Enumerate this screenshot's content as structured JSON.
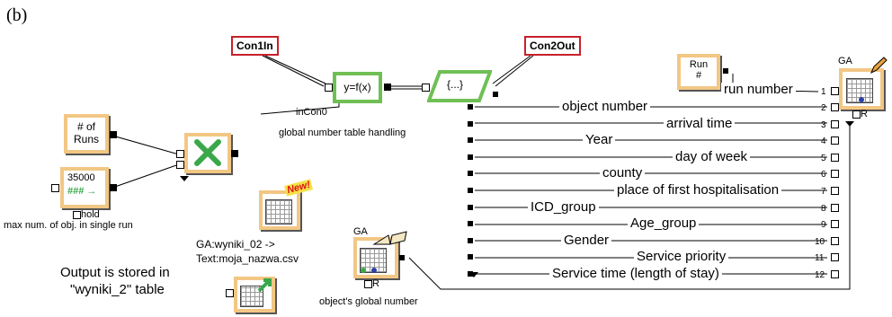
{
  "panel_label": "(b)",
  "blocks": {
    "con1in": "Con1In",
    "con2out": "Con2Out",
    "func": "y=f(x)",
    "brace": "{...}",
    "incon": "inCon0",
    "global_handling": "global number table handling",
    "runs": "# of\nRuns",
    "max_value": "35000",
    "max_arrows": "### →",
    "hold": "hold",
    "max_caption": "max num. of obj. in single  run",
    "run_block": "Run\n#",
    "run_number": "run number",
    "ga_top": "GA",
    "ga_bottom": "GA",
    "r_top": "R",
    "r_bottom": "R",
    "new_badge": "New!",
    "ga_wyniki": "GA:wyniki_02 ->",
    "text_moja": "Text:moja_nazwa.csv",
    "output_note_1": "Output is stored in",
    "output_note_2": "\"wyniki_2\" table",
    "objects_global": "object's global number"
  },
  "rows": [
    {
      "label": "object number",
      "num": "2"
    },
    {
      "label": "arrival time",
      "num": "3"
    },
    {
      "label": "Year",
      "num": "4"
    },
    {
      "label": "day of week",
      "num": "5"
    },
    {
      "label": "county",
      "num": "6"
    },
    {
      "label": "place of first hospitalisation",
      "num": "7"
    },
    {
      "label": "ICD_group",
      "num": "8"
    },
    {
      "label": "Age_group",
      "num": "9"
    },
    {
      "label": "Gender",
      "num": "10"
    },
    {
      "label": "Service priority",
      "num": "11"
    },
    {
      "label": "Service time (length of stay)",
      "num": "12"
    }
  ],
  "first_row_num": "1",
  "colors": {
    "orange": "#f2c784",
    "green": "#6fbf55",
    "red": "#c8202a"
  }
}
